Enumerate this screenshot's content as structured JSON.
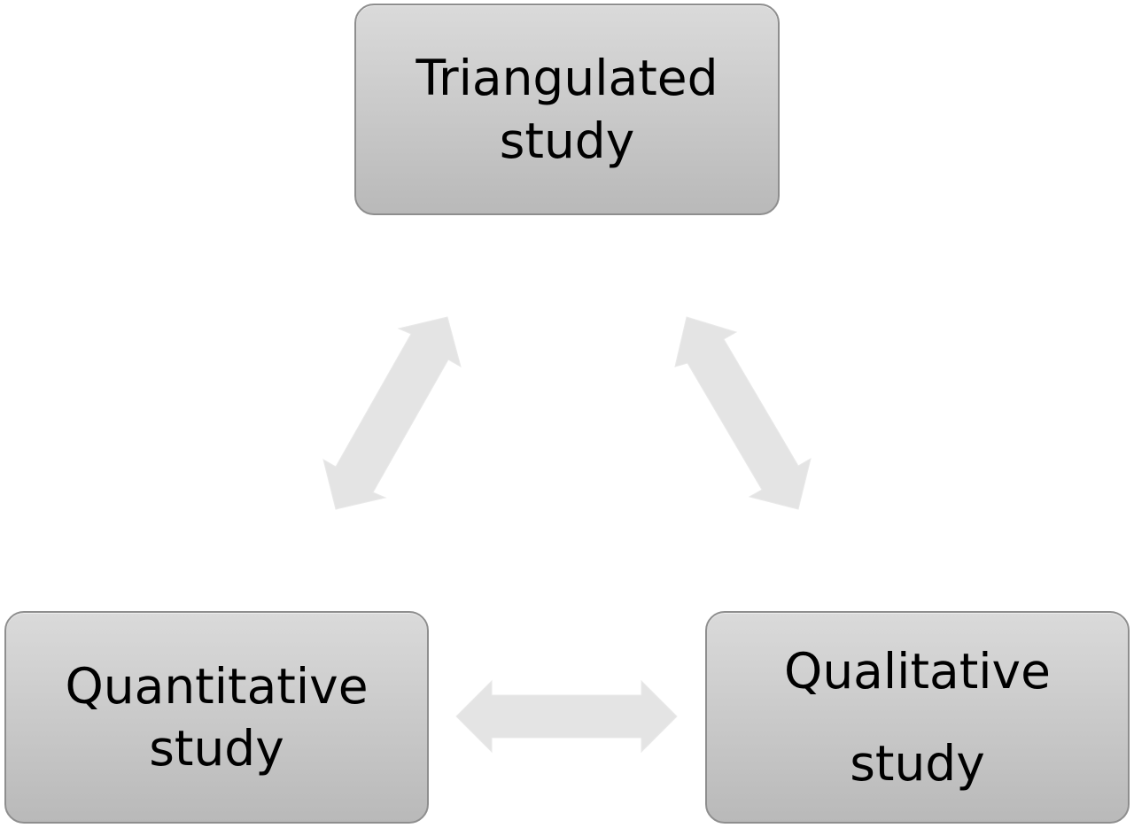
{
  "diagram": {
    "nodes": {
      "top": {
        "line1": "Triangulated",
        "line2": "study"
      },
      "left": {
        "line1": "Quantitative",
        "line2": "study"
      },
      "right": {
        "line1": "Qualitative",
        "line2": "study"
      }
    },
    "edges": [
      {
        "from": "left",
        "to": "top",
        "type": "bidirectional-arrow"
      },
      {
        "from": "top",
        "to": "right",
        "type": "bidirectional-arrow"
      },
      {
        "from": "left",
        "to": "right",
        "type": "bidirectional-arrow"
      }
    ],
    "colors": {
      "box_fill_top": "#dadada",
      "box_fill_bottom": "#b9b9b9",
      "box_border": "#8e8e8e",
      "arrow_fill": "#e4e4e4",
      "text": "#000000"
    }
  }
}
